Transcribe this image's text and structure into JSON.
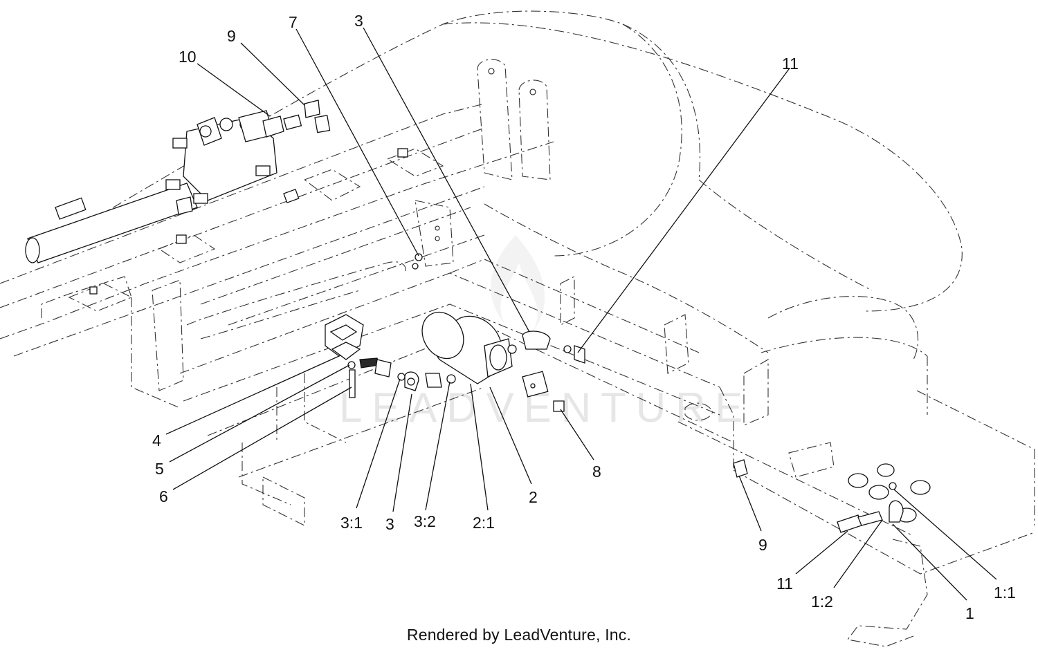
{
  "watermark": "LEADVENTURE",
  "footer": "Rendered by LeadVenture, Inc.",
  "callouts": {
    "c1": "1",
    "c1_1": "1:1",
    "c1_2": "1:2",
    "c2": "2",
    "c2_1": "2:1",
    "c3_top": "3",
    "c3_bottom": "3",
    "c3_1": "3:1",
    "c3_2": "3:2",
    "c4": "4",
    "c5": "5",
    "c6": "6",
    "c7": "7",
    "c8": "8",
    "c9_top": "9",
    "c9_right": "9",
    "c10": "10",
    "c11_top": "11",
    "c11_bottom": "11"
  }
}
